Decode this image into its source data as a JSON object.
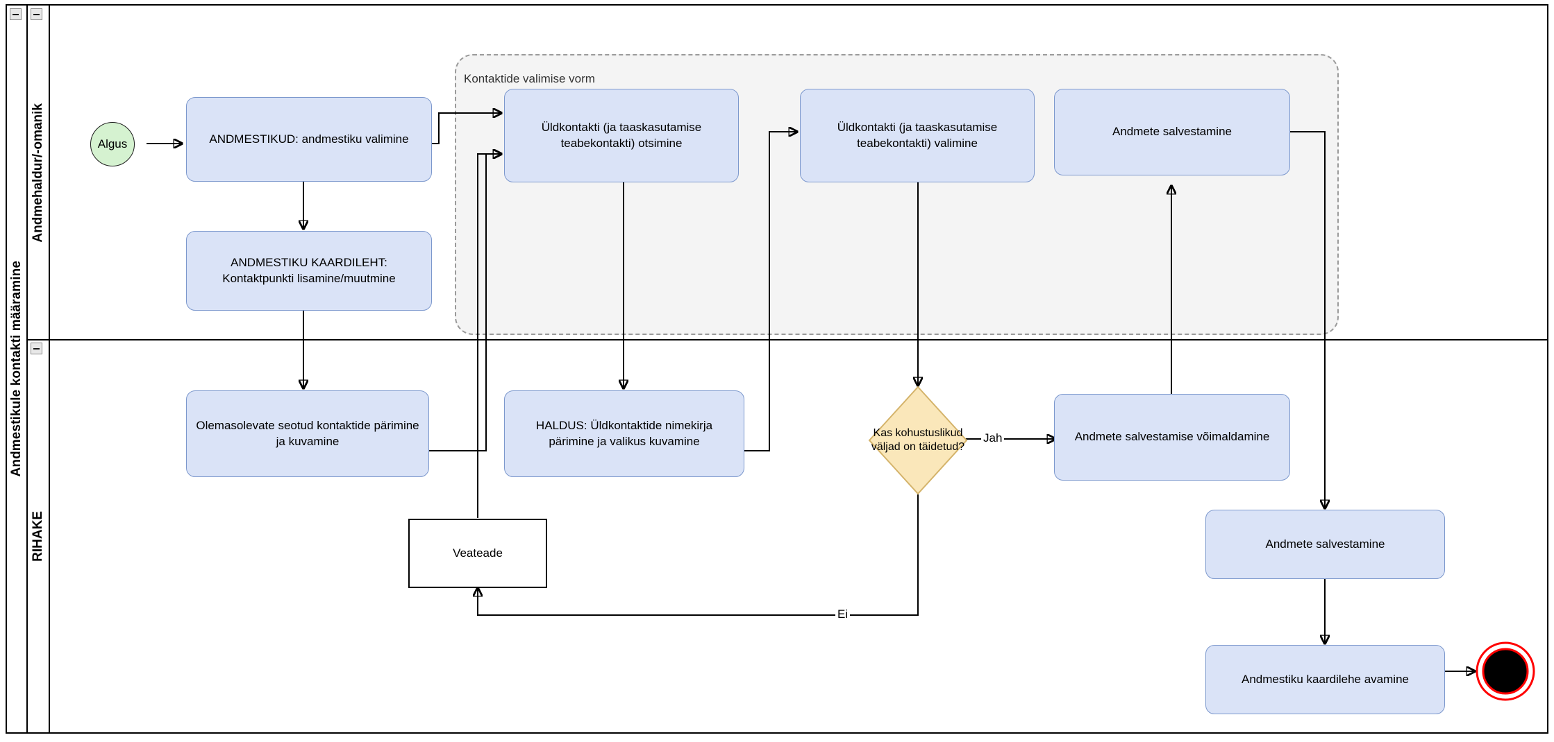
{
  "pool": {
    "title": "Andmestikule kontakti määramine",
    "collapse_icon": "minus-icon"
  },
  "lanes": [
    {
      "id": "lane-owner",
      "label": "Andmehaldur/-omanik",
      "collapse_icon": "minus-icon"
    },
    {
      "id": "lane-rihake",
      "label": "RIHAKE",
      "collapse_icon": "minus-icon"
    }
  ],
  "group": {
    "label": "Kontaktide valimise vorm"
  },
  "nodes": {
    "start": {
      "label": "Algus",
      "type": "start-event"
    },
    "t_andmestikud": {
      "label": "ANDMESTIKUD: andmestiku valimine",
      "type": "task"
    },
    "t_kaardileht": {
      "label": "ANDMESTIKU KAARDILEHT: Kontaktpunkti lisamine/muutmine",
      "type": "task"
    },
    "t_otsimine": {
      "label": "Üldkontakti (ja taaskasutamise teabekontakti) otsimine",
      "type": "task"
    },
    "t_valimine": {
      "label": "Üldkontakti (ja taaskasutamise teabekontakti) valimine",
      "type": "task"
    },
    "t_salvestamine_top": {
      "label": "Andmete salvestamine",
      "type": "task"
    },
    "t_olemasolevate": {
      "label": "Olemasolevate seotud kontaktide pärimine ja kuvamine",
      "type": "task"
    },
    "t_haldus": {
      "label": "HALDUS: Üldkontaktide nimekirja pärimine ja valikus kuvamine",
      "type": "task"
    },
    "g_kohustuslikud": {
      "label": "Kas kohustuslikud väljad on täidetud?",
      "type": "gateway"
    },
    "t_voimaldamine": {
      "label": "Andmete salvestamise võimaldamine",
      "type": "task"
    },
    "t_salvestamine_bottom": {
      "label": "Andmete salvestamine",
      "type": "task"
    },
    "t_kaardilehe_avamine": {
      "label": "Andmestiku kaardilehe avamine",
      "type": "task"
    },
    "veateade": {
      "label": "Veateade",
      "type": "plain-rect"
    },
    "end": {
      "label": "",
      "type": "end-event"
    }
  },
  "edge_labels": {
    "jah": "Jah",
    "ei": "Ei"
  },
  "colors": {
    "task_fill": "#dae3f7",
    "task_stroke": "#7c98cd",
    "start_fill": "#d5f2d0",
    "gateway_fill": "#fae7ba",
    "gateway_stroke": "#d4b36a",
    "group_fill": "#f4f4f4",
    "group_stroke": "#9a9a9a",
    "end_stroke": "#ff0000",
    "edge_stroke": "#000000"
  }
}
